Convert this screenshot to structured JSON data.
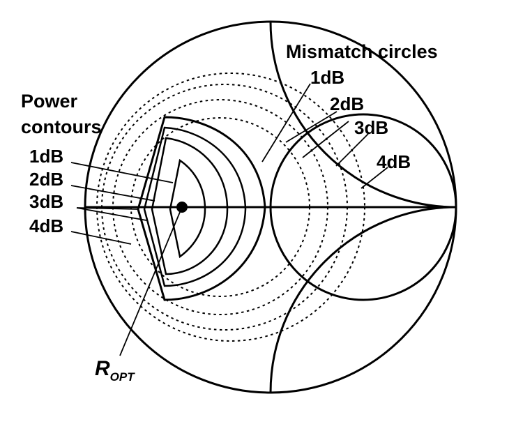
{
  "colors": {
    "ink": "#000000",
    "paper": "#ffffff"
  },
  "labels": {
    "mismatch_title": "Mismatch circles",
    "power_title_line1": "Power",
    "power_title_line2": "contours",
    "r_opt_main": "R",
    "r_opt_sub": "OPT"
  },
  "mismatch_levels": [
    "1dB",
    "2dB",
    "3dB",
    "4dB"
  ],
  "power_levels": [
    "1dB",
    "2dB",
    "3dB",
    "4dB"
  ]
}
